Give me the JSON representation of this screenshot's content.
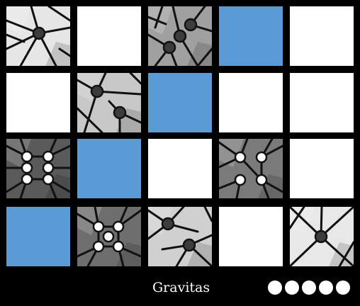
{
  "title": "Gravitas",
  "level_indicator": {
    "total": 5,
    "filled": 5
  },
  "colors": {
    "background": "#000000",
    "blank_tile": "#ffffff",
    "blue_tile": "#5b9bd5",
    "stone_dark": "#3c3c3c",
    "stone_light": "#ffffff"
  },
  "grid": {
    "rows": 4,
    "cols": 5,
    "tiles": [
      [
        {
          "type": "stone",
          "stones": [
            {
              "color": "dark"
            }
          ]
        },
        {
          "type": "blank"
        },
        {
          "type": "stone",
          "stones": [
            {
              "color": "dark"
            },
            {
              "color": "dark"
            },
            {
              "color": "dark"
            }
          ]
        },
        {
          "type": "blue"
        },
        {
          "type": "blank"
        }
      ],
      [
        {
          "type": "blank"
        },
        {
          "type": "stone",
          "stones": [
            {
              "color": "dark"
            },
            {
              "color": "dark"
            }
          ]
        },
        {
          "type": "blue"
        },
        {
          "type": "blank"
        },
        {
          "type": "blank"
        }
      ],
      [
        {
          "type": "stone",
          "stones": [
            {
              "color": "light"
            },
            {
              "color": "light"
            },
            {
              "color": "light"
            },
            {
              "color": "light"
            },
            {
              "color": "light"
            },
            {
              "color": "light"
            }
          ]
        },
        {
          "type": "blue"
        },
        {
          "type": "blank"
        },
        {
          "type": "stone",
          "stones": [
            {
              "color": "light"
            },
            {
              "color": "light"
            },
            {
              "color": "light"
            },
            {
              "color": "light"
            }
          ]
        },
        {
          "type": "blank"
        }
      ],
      [
        {
          "type": "blue"
        },
        {
          "type": "stone",
          "stones": [
            {
              "color": "light"
            },
            {
              "color": "light"
            },
            {
              "color": "light"
            },
            {
              "color": "light"
            },
            {
              "color": "light"
            }
          ]
        },
        {
          "type": "stone",
          "stones": [
            {
              "color": "dark"
            },
            {
              "color": "dark"
            }
          ]
        },
        {
          "type": "blank"
        },
        {
          "type": "stone",
          "stones": [
            {
              "color": "dark"
            }
          ]
        }
      ]
    ]
  }
}
